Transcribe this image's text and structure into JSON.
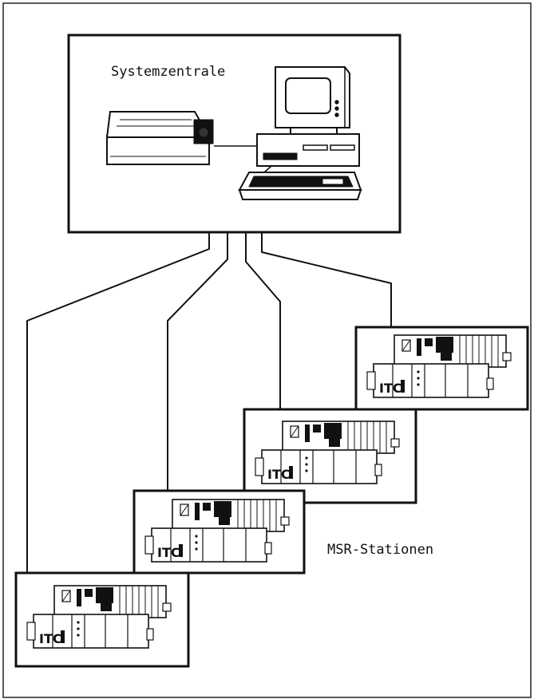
{
  "diagram": {
    "central_label": "Systemzentrale",
    "stations_label": "MSR-Stationen",
    "station_logo": "ITC",
    "station_count": 4
  }
}
